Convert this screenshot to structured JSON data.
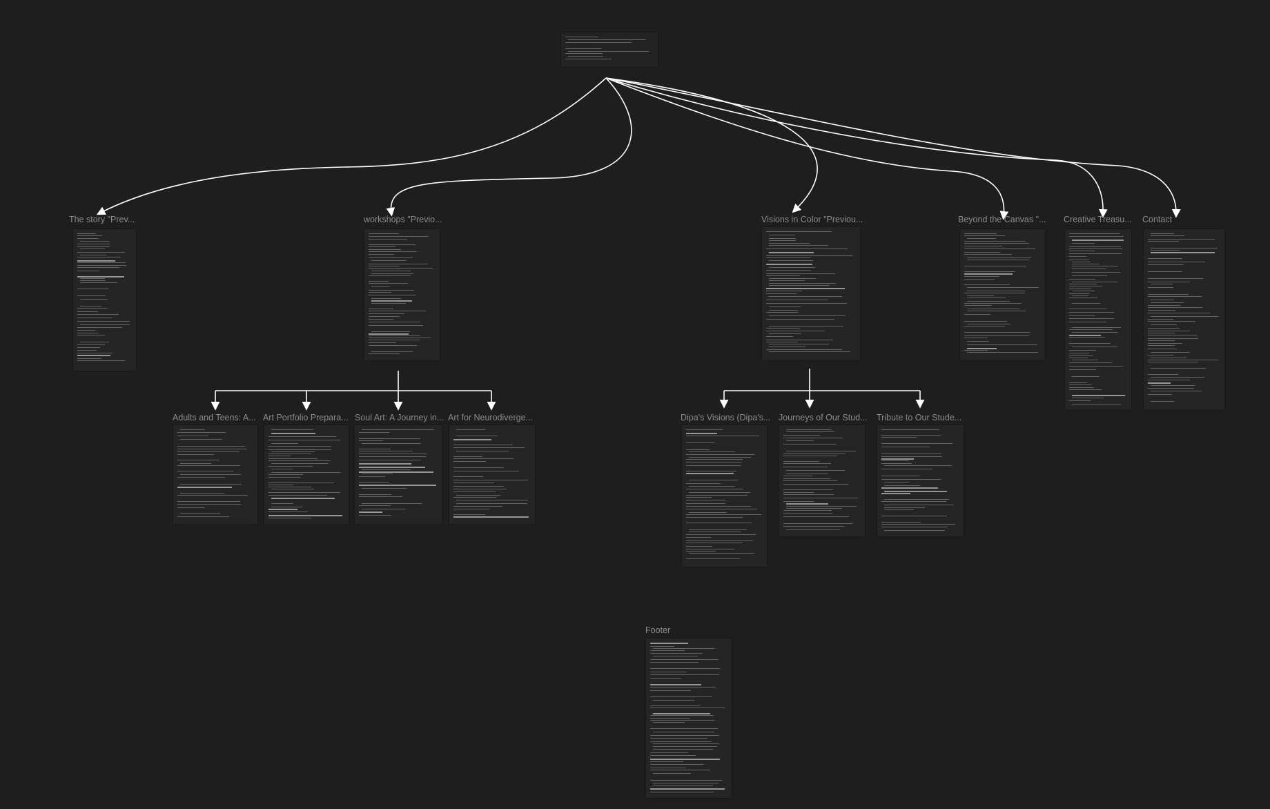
{
  "root": {
    "name": "sitemap-root"
  },
  "pages": [
    {
      "id": "story",
      "label": "The story \"Prev..."
    },
    {
      "id": "workshops",
      "label": "workshops \"Previo..."
    },
    {
      "id": "visions",
      "label": "Visions in Color \"Previou..."
    },
    {
      "id": "beyond",
      "label": "Beyond the Canvas \"..."
    },
    {
      "id": "creative",
      "label": "Creative Treasu..."
    },
    {
      "id": "contact",
      "label": "Contact"
    }
  ],
  "workshop_children": [
    {
      "label": "Adults and Teens: A..."
    },
    {
      "label": "Art Portfolio Prepara..."
    },
    {
      "label": "Soul Art: A Journey in..."
    },
    {
      "label": "Art for Neurodiverge..."
    }
  ],
  "visions_children": [
    {
      "label": "Dipa's Visions (Dipa's..."
    },
    {
      "label": "Journeys of Our Stud..."
    },
    {
      "label": "Tribute to Our Stude..."
    }
  ],
  "footer": {
    "label": "Footer"
  },
  "colors": {
    "background": "#1e1e1e",
    "card": "#252525",
    "connector": "#ffffff",
    "label": "#8c8c8c"
  }
}
